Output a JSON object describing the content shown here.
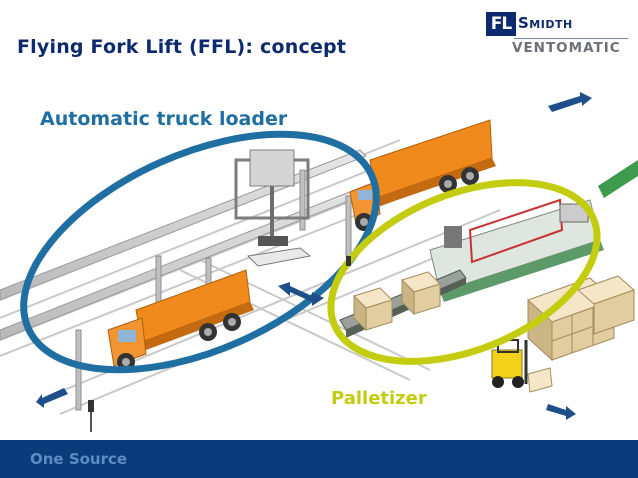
{
  "slide": {
    "title": "Flying Fork Lift (FFL): concept"
  },
  "logo": {
    "mark": "FL",
    "name": "Smidth",
    "subtitle": "VENTOMATIC"
  },
  "labels": {
    "truck_loader": "Automatic truck loader",
    "palletizer": "Palletizer"
  },
  "footer": {
    "text": "One Source"
  },
  "colors": {
    "title": "#0d2a6e",
    "truck_loader_ellipse": "#1f6fa3",
    "palletizer_ellipse": "#c4cc10",
    "truck_body": "#f08a1c",
    "footer_bg": "#0b3b78",
    "footer_text": "#5b8cc4",
    "arrow": "#1f4f8a"
  }
}
